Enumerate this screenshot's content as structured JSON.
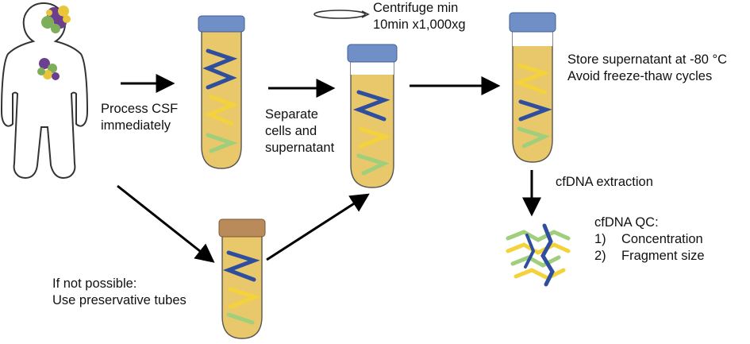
{
  "labels": {
    "process": [
      "Process CSF",
      "immediately"
    ],
    "separate": [
      "Separate",
      "cells and",
      "supernatant"
    ],
    "centrifuge": [
      "Centrifuge min",
      "10min x1,000xg"
    ],
    "store": [
      "Store supernatant at -80 °C",
      "Avoid freeze-thaw cycles"
    ],
    "extraction": "cfDNA extraction",
    "qc_title": "cfDNA QC:",
    "qc_items": [
      {
        "num": "1)",
        "text": "Concentration"
      },
      {
        "num": "2)",
        "text": "Fragment size"
      }
    ],
    "fallback": [
      "If not possible:",
      "Use preservative tubes"
    ]
  },
  "colors": {
    "tube_fill": "#e8c86b",
    "tube_cap_blue": "#6f8fc6",
    "tube_cap_cork": "#b98a5a",
    "dna_blue": "#2f4f9e",
    "dna_yellow": "#f3d23c",
    "dna_green": "#9fce7c",
    "arrow": "#000000",
    "body_outline": "#333333",
    "cluster_purple": "#6b3e8f",
    "cluster_green": "#7fae5a",
    "cluster_yellow": "#e9c53a"
  },
  "icons": [
    "human-outline-icon",
    "test-tube-icon",
    "centrifuge-rotation-icon",
    "dna-fragments-icon",
    "arrow-icon"
  ]
}
